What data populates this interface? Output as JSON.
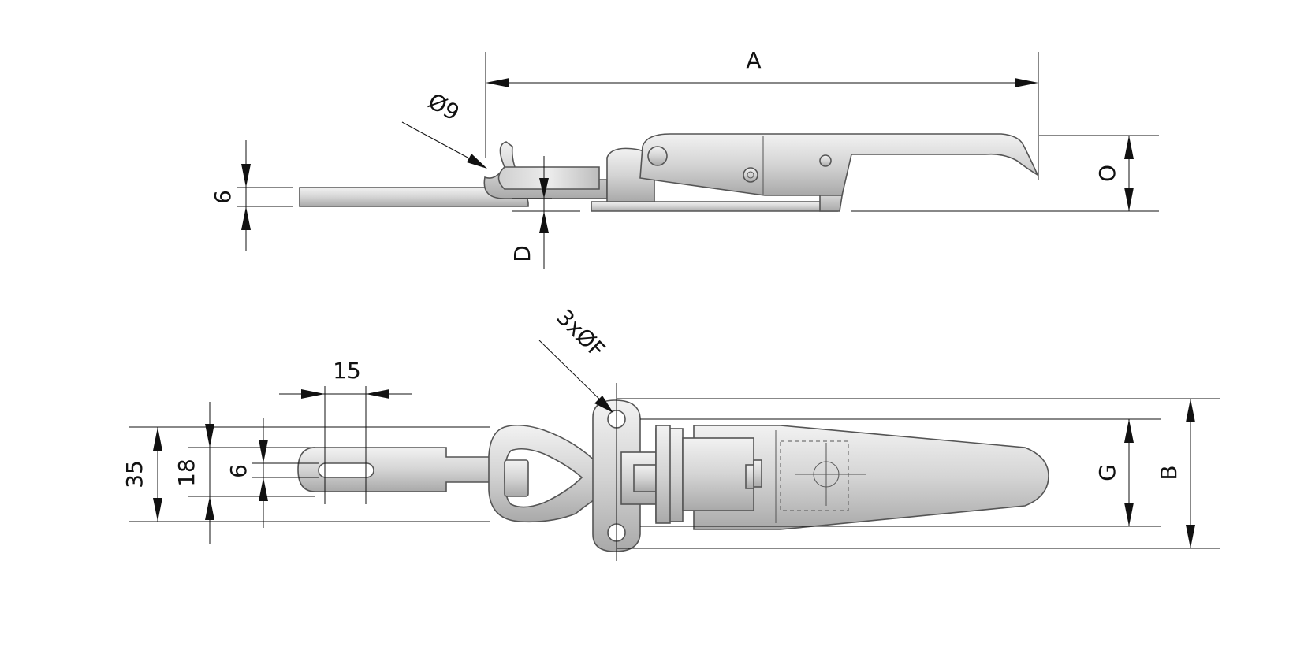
{
  "labels": {
    "A": "A",
    "B": "B",
    "D": "D",
    "G": "G",
    "O": "O",
    "dia9": "Ø9",
    "six_top": "6",
    "six_bottom": "6",
    "fifteen": "15",
    "eighteen": "18",
    "thirtyfive": "35",
    "holes": "3xØF"
  },
  "colors": {
    "metal_light": "#e6e6e6",
    "metal_mid": "#c8c8c8",
    "metal_dark": "#8c8c8c",
    "dimension_line": "#111111"
  }
}
